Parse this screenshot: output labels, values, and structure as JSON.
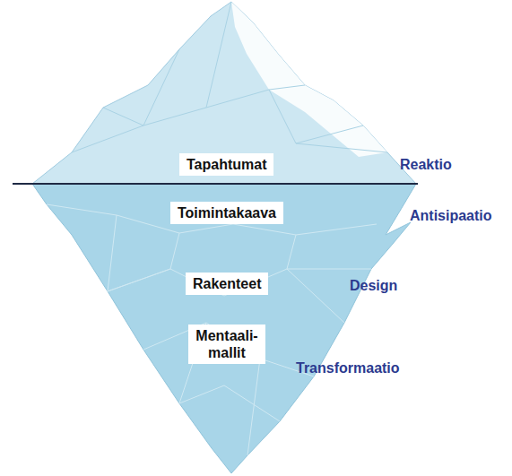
{
  "diagram": {
    "nodes": [
      {
        "text": [
          "Tapahtumat"
        ]
      },
      {
        "text": [
          "Toimintakaava"
        ]
      },
      {
        "text": [
          "Rakenteet"
        ]
      },
      {
        "text": [
          "Mentaali- mallit"
        ]
      }
    ],
    "labels": [
      "Reaktio",
      "Antisipaatio",
      "Design",
      "Transformaatio"
    ]
  }
}
